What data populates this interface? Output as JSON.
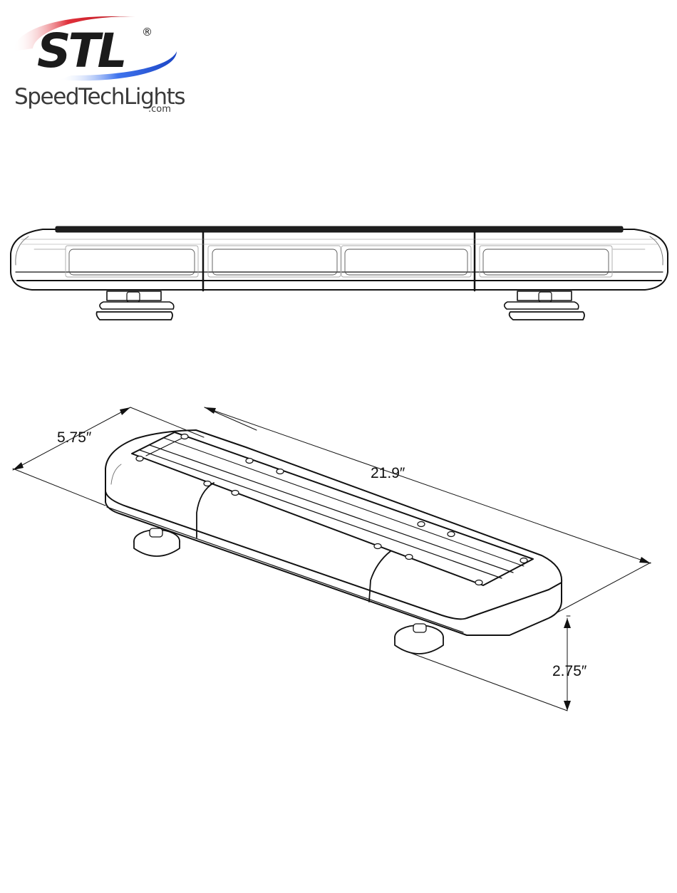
{
  "brand": {
    "logo_text": "STL",
    "registered_mark": "®",
    "name": "SpeedTechLights",
    "domain": ".com",
    "colors": {
      "red": "#d7262e",
      "blue": "#2a5ad8",
      "text": "#3b3b3b"
    }
  },
  "views": {
    "front": {
      "icon": "light-bar-front-view"
    },
    "isometric": {
      "icon": "light-bar-isometric-view"
    }
  },
  "dimensions": {
    "width": "5.75″",
    "length": "21.9″",
    "height": "2.75″"
  }
}
